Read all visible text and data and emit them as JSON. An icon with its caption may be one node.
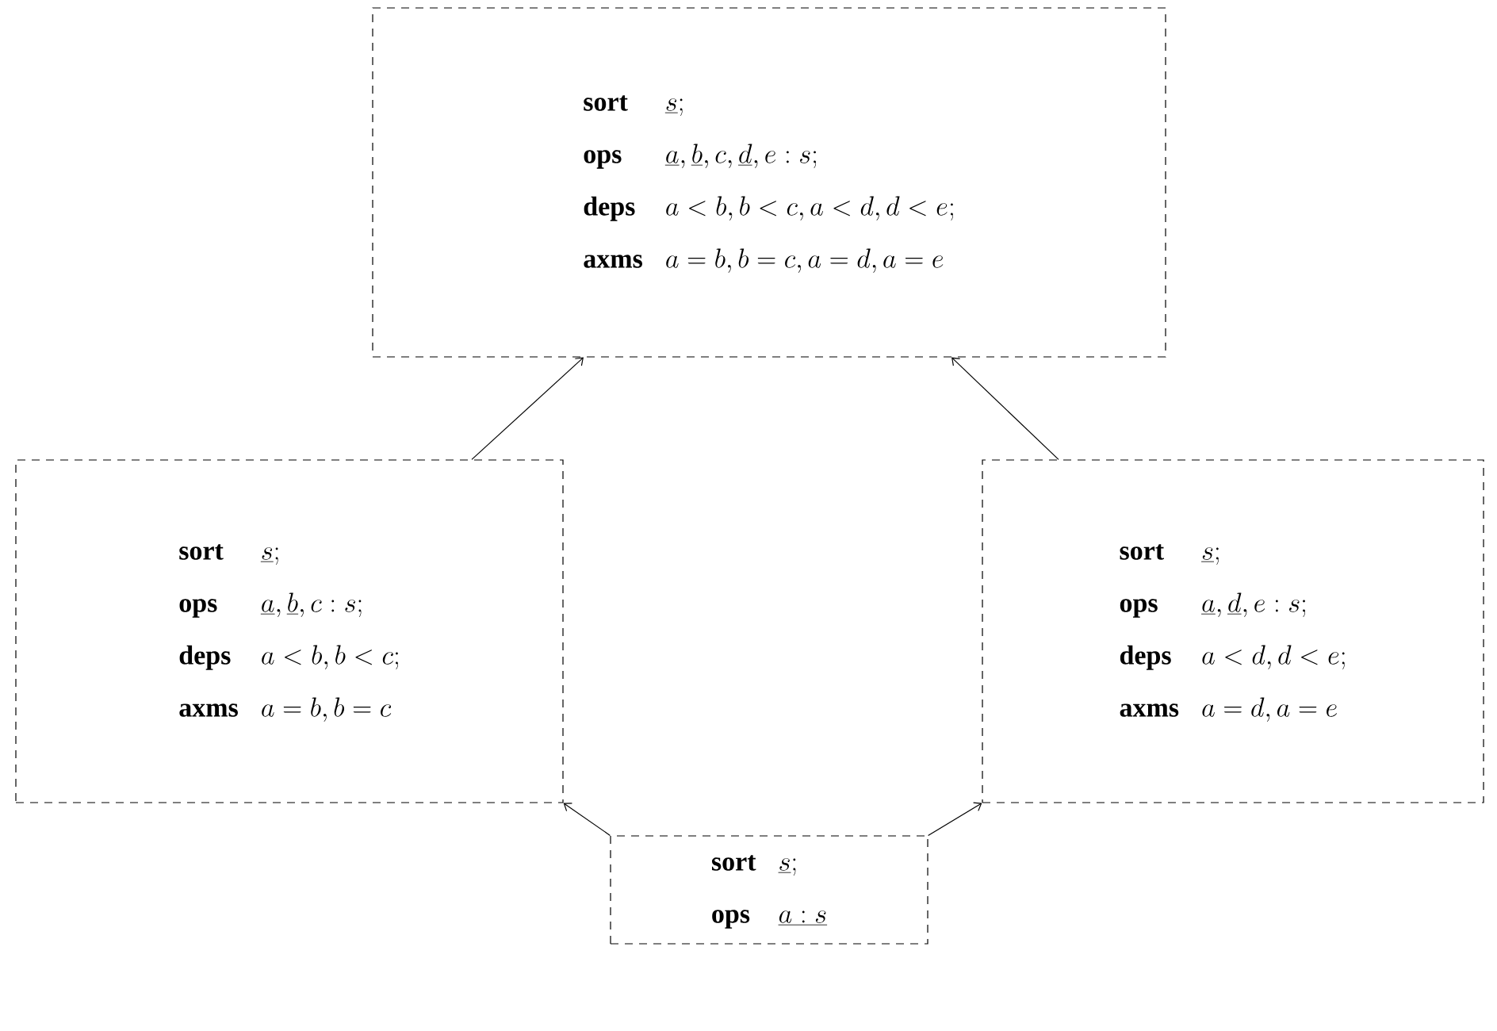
{
  "diagram": {
    "nodes": [
      {
        "text": [
          "sort",
          "\\underline{s};",
          "ops",
          "\\underline{a}, \\underline{b}, c, \\underline{d}, e : s;",
          "deps",
          "a < b, b < c, a < d, d < e;",
          "axms",
          "a = b, b = c, a = d, a = e"
        ]
      },
      {
        "text": [
          "sort",
          "\\underline{s};",
          "ops",
          "\\underline{a}, \\underline{b}, c : s;",
          "deps",
          "a < b, b < c;",
          "axms",
          "a = b, b = c"
        ]
      },
      {
        "text": [
          "sort",
          "\\underline{s};",
          "ops",
          "\\underline{a}, \\underline{d}, e : s;",
          "deps",
          "a < d, d < e;",
          "axms",
          "a = d, a = e"
        ]
      },
      {
        "text": [
          "sort",
          "\\underline{s};",
          "ops",
          "\\underline{a : s}"
        ]
      }
    ],
    "edges": [
      {
        "from": 1,
        "to": 0,
        "arrow": "to"
      },
      {
        "from": 2,
        "to": 0,
        "arrow": "to"
      },
      {
        "from": 3,
        "to": 1,
        "arrow": "to"
      },
      {
        "from": 3,
        "to": 2,
        "arrow": "to"
      }
    ]
  }
}
